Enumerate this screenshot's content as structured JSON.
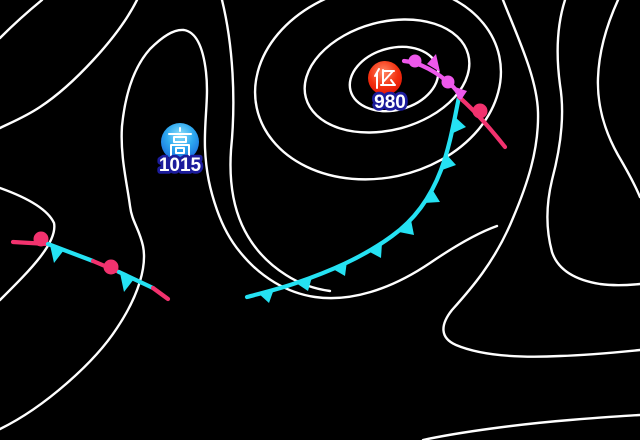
{
  "map": {
    "kind": "surface-weather-chart",
    "background_color": "#000000",
    "isobar_color": "#ffffff",
    "label_halo_color": "#1c1c9c",
    "pressure_systems": [
      {
        "type": "low",
        "symbol": "低",
        "pressure": "980",
        "circle_color": "#e41408",
        "text_color": "#ffffff"
      },
      {
        "type": "high",
        "symbol": "高",
        "pressure": "1015",
        "circle_color": "#1b74e8",
        "text_color": "#ffffff"
      }
    ],
    "fronts": [
      {
        "type": "cold-front",
        "color": "#25e2f3"
      },
      {
        "type": "warm-front",
        "color": "#f2326e"
      },
      {
        "type": "occluded-front",
        "color": "#ee58eb"
      },
      {
        "type": "stationary-front",
        "color_warm": "#f2326e",
        "color_cold": "#25e2f3"
      }
    ]
  }
}
